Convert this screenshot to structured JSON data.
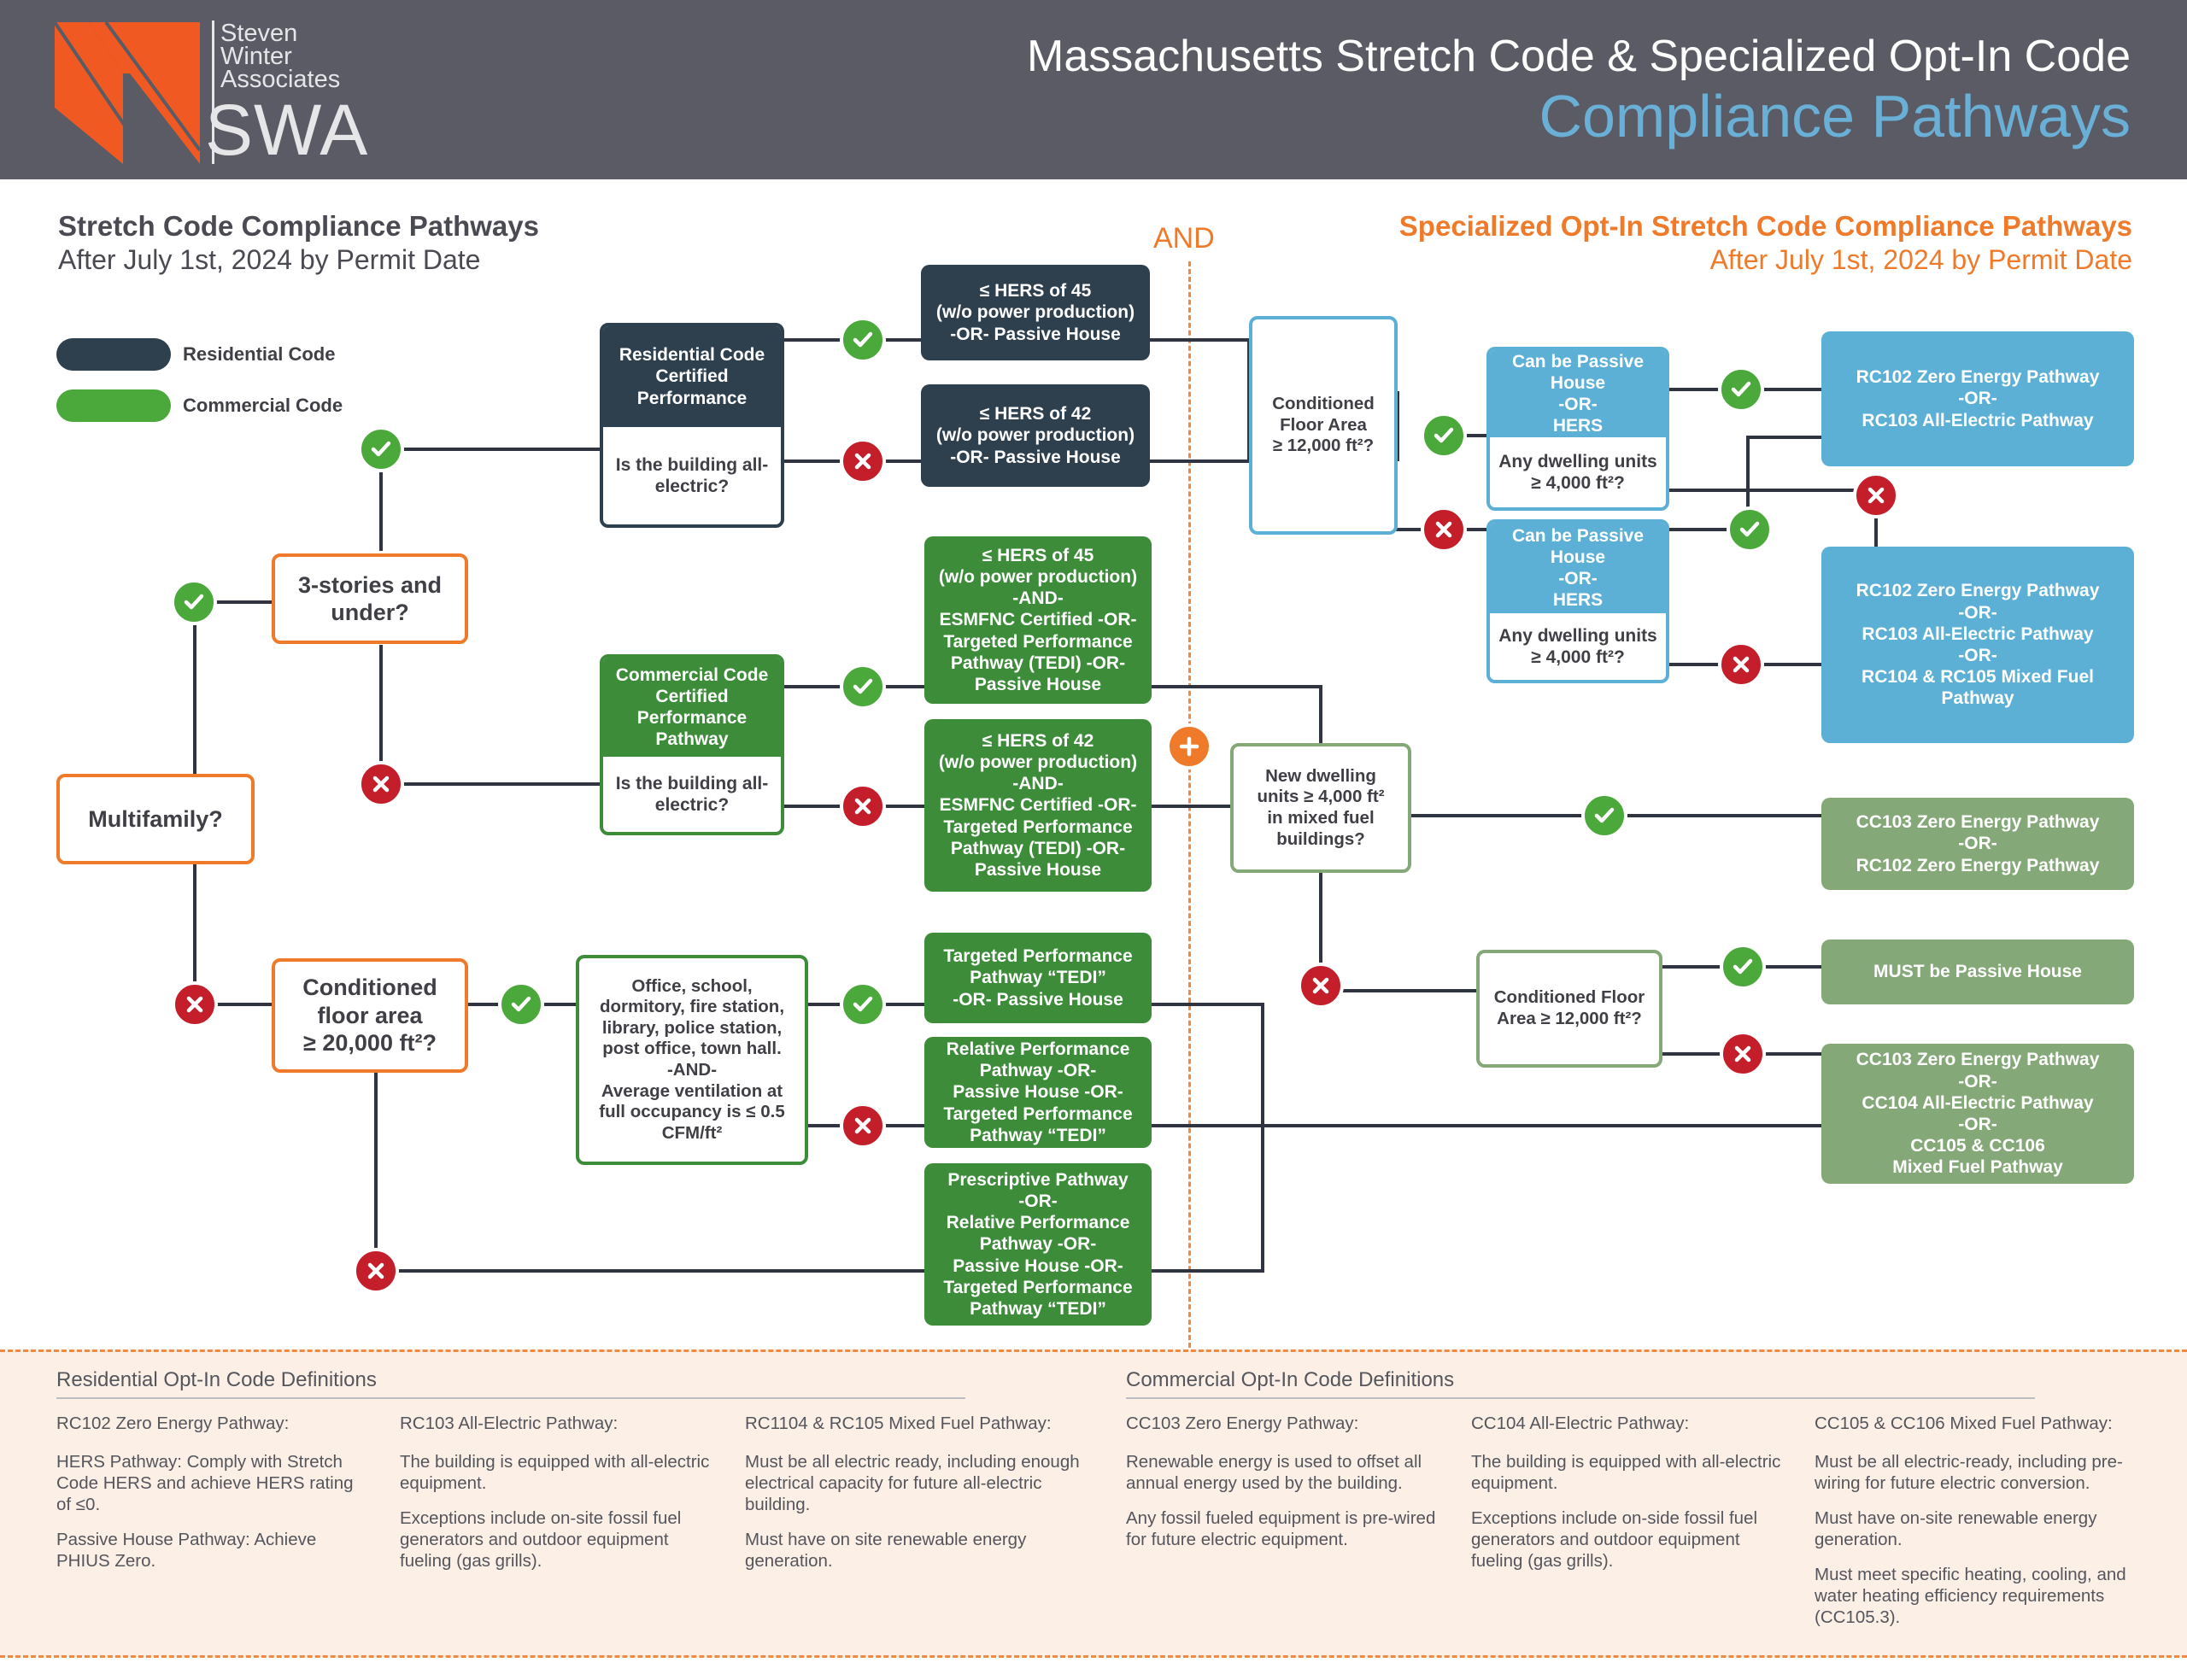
{
  "header": {
    "logo_line1": "Steven",
    "logo_line2": "Winter",
    "logo_line3": "Associates",
    "logo_abbr": "SWA",
    "title": "Massachusetts Stretch Code & Specialized Opt-In Code",
    "subtitle": "Compliance Pathways"
  },
  "left_section": {
    "title": "Stretch Code Compliance Pathways",
    "subtitle": "After July 1st, 2024 by Permit Date"
  },
  "right_section": {
    "title": "Specialized Opt-In Stretch Code Compliance Pathways",
    "subtitle": "After July 1st, 2024 by Permit Date"
  },
  "and_label": "AND",
  "legend": [
    {
      "label": "Residential Code",
      "color": "#2e3f4e"
    },
    {
      "label": "Commercial Code",
      "color": "#4ba83b"
    }
  ],
  "nodes": {
    "multifamily": "Multifamily?",
    "three_stories": "3-stories and under?",
    "cond_floor_area": [
      "Conditioned",
      "floor area",
      "≥ 20,000 ft²?"
    ],
    "res_certified": "Residential Code Certified Performance",
    "res_all_electric": "Is the building all-electric?",
    "com_certified": "Commercial Code Certified Performance Pathway",
    "com_all_electric": "Is the building all-electric?",
    "office_list": [
      "Office, school,",
      "dormitory, fire station,",
      "library, police station,",
      "post office, town hall.",
      "-AND-",
      "Average ventilation at",
      "full occupancy is ≤ 0.5",
      "CFM/ft²"
    ],
    "hers45": [
      "≤ HERS of 45",
      "(w/o power production)",
      "-OR- Passive House"
    ],
    "hers42": [
      "≤ HERS of 42",
      "(w/o power production)",
      "-OR- Passive House"
    ],
    "hers45_com": [
      "≤ HERS of 45",
      "(w/o power production)",
      "-AND-",
      "ESMFNC Certified -OR-",
      "Targeted Performance",
      "Pathway (TEDI) -OR-",
      "Passive House"
    ],
    "hers42_com": [
      "≤ HERS of 42",
      "(w/o power production)",
      "-AND-",
      "ESMFNC Certified -OR-",
      "Targeted Performance",
      "Pathway (TEDI) -OR-",
      "Passive House"
    ],
    "tedi": [
      "Targeted Performance",
      "Pathway “TEDI”",
      "-OR- Passive House"
    ],
    "relative": [
      "Relative Performance",
      "Pathway -OR-",
      "Passive House -OR-",
      "Targeted Performance",
      "Pathway “TEDI”"
    ],
    "prescriptive": [
      "Prescriptive Pathway",
      "-OR-",
      "Relative Performance",
      "Pathway -OR-",
      "Passive House -OR-",
      "Targeted Performance",
      "Pathway “TEDI”"
    ],
    "cond_floor_12000": [
      "Conditioned",
      "Floor Area",
      "≥ 12,000 ft²?"
    ],
    "passive_top": [
      "Can be Passive",
      "House",
      "-OR-",
      "HERS"
    ],
    "dwelling_top": [
      "Any dwelling units",
      "≥ 4,000 ft²?"
    ],
    "passive_bottom": [
      "Can be Passive",
      "House",
      "-OR-",
      "HERS"
    ],
    "dwelling_bottom": [
      "Any dwelling units",
      "≥ 4,000 ft²?"
    ],
    "rc_zero_top": [
      "RC102 Zero Energy Pathway",
      "-OR-",
      "RC103 All-Electric Pathway"
    ],
    "rc_zero_bottom": [
      "RC102 Zero Energy Pathway",
      "-OR-",
      "RC103 All-Electric Pathway",
      "-OR-",
      "RC104 & RC105 Mixed Fuel",
      "Pathway"
    ],
    "new_dwelling": [
      "New dwelling",
      "units ≥ 4,000 ft²",
      "in mixed fuel",
      "buildings?"
    ],
    "cc103_rc102": [
      "CC103 Zero Energy Pathway",
      "-OR-",
      "RC102 Zero Energy Pathway"
    ],
    "cond_floor_area_small": [
      "Conditioned Floor",
      "Area ≥ 12,000 ft²?"
    ],
    "must_passive": "MUST be Passive House",
    "cc103_options": [
      "CC103 Zero Energy Pathway",
      "-OR-",
      "CC104 All-Electric Pathway",
      "-OR-",
      "CC105 & CC106",
      "Mixed Fuel Pathway"
    ]
  },
  "definitions": {
    "residential_heading": "Residential Opt-In Code Definitions",
    "commercial_heading": "Commercial Opt-In Code Definitions",
    "columns": [
      {
        "title": "RC102 Zero Energy Pathway:",
        "paras": [
          "HERS Pathway: Comply with Stretch Code HERS and achieve HERS rating of ≤0.",
          "Passive House Pathway: Achieve PHIUS Zero."
        ]
      },
      {
        "title": "RC103 All-Electric Pathway:",
        "paras": [
          "The building is equipped with all-electric equipment.",
          "Exceptions include on-site fossil fuel generators and outdoor equipment fueling (gas grills)."
        ]
      },
      {
        "title": "RC1104 & RC105 Mixed Fuel Pathway:",
        "paras": [
          "Must be all electric ready, including enough electrical capacity for future all-electric building.",
          "Must have on site renewable energy generation."
        ]
      },
      {
        "title": "CC103 Zero Energy Pathway:",
        "paras": [
          "Renewable energy is used to offset all annual energy used by the building.",
          "Any fossil fueled equipment is pre-wired for future electric equipment."
        ]
      },
      {
        "title": "CC104 All-Electric Pathway:",
        "paras": [
          "The building is equipped with all-electric equipment.",
          "Exceptions include on-side fossil fuel generators and outdoor equipment fueling (gas grills)."
        ]
      },
      {
        "title": "CC105 & CC106 Mixed Fuel Pathway:",
        "paras": [
          "Must be all electric-ready, including pre-wiring for future electric conversion.",
          "Must have on-site renewable energy generation.",
          "Must meet specific heating, cooling, and water heating efficiency requirements (CC105.3)."
        ]
      }
    ]
  }
}
